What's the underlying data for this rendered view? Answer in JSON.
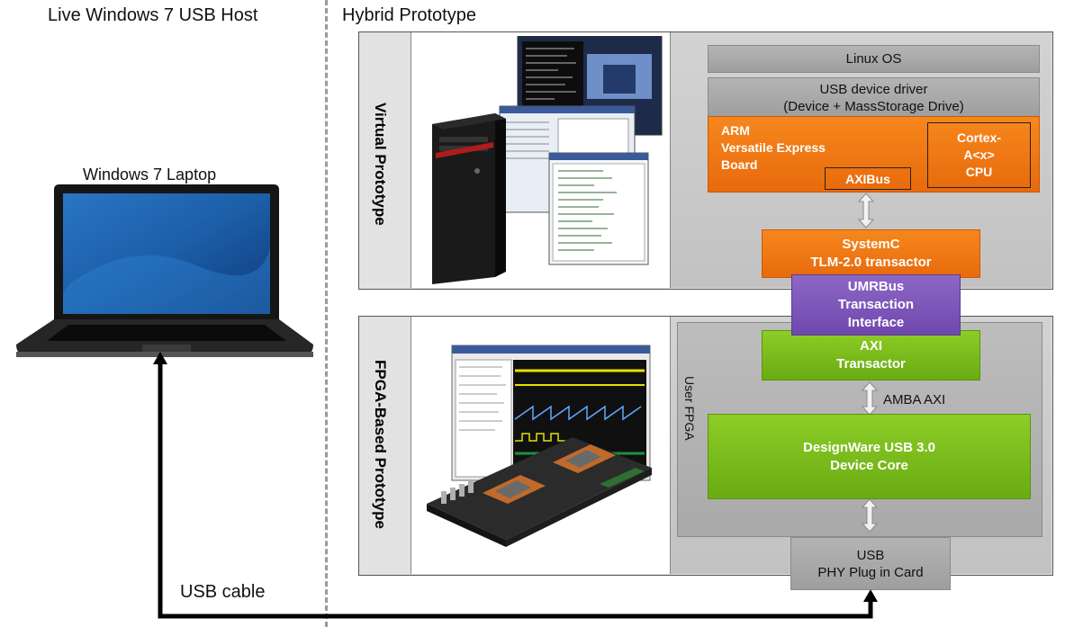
{
  "headings": {
    "host": "Live Windows 7 USB Host",
    "prototype": "Hybrid Prototype",
    "laptop": "Windows 7 Laptop",
    "cable": "USB cable"
  },
  "virtual": {
    "section_label": "Virtual Prototype",
    "linux": "Linux OS",
    "driver_line1": "USB device driver",
    "driver_line2": "(Device + MassStorage Drive)",
    "arm_line1": "ARM",
    "arm_line2": "Versatile Express",
    "arm_line3": "Board",
    "axibus": "AXIBus",
    "cortex_line1": "Cortex-",
    "cortex_line2": "A<x>",
    "cortex_line3": "CPU",
    "systemc_line1": "SystemC",
    "systemc_line2": "TLM-2.0 transactor"
  },
  "umrbus": {
    "line1": "UMRBus",
    "line2": "Transaction",
    "line3": "Interface"
  },
  "fpga": {
    "section_label": "FPGA-Based  Prototype",
    "user_fpga": "User FPGA",
    "axi_line1": "AXI",
    "axi_line2": "Transactor",
    "amba": "AMBA AXI",
    "dw_line1": "DesignWare USB 3.0",
    "dw_line2": "Device Core",
    "phy_line1": "USB",
    "phy_line2": "PHY Plug in Card"
  }
}
